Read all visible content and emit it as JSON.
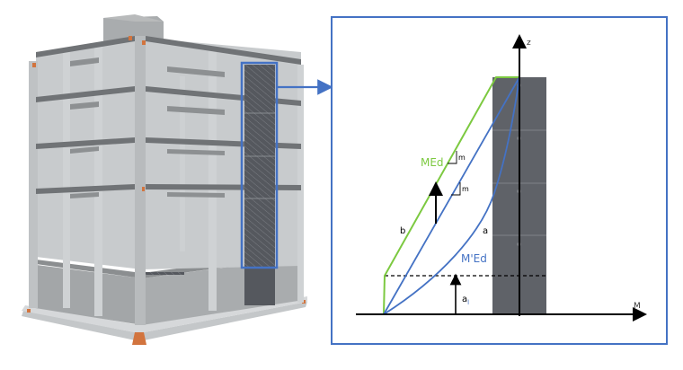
{
  "figure": {
    "left_panel": {
      "description": "3D model of a multi-storey reinforced concrete frame building with a highlighted shear wall",
      "highlight_color": "#4472C4",
      "storeys": 4
    },
    "connector_arrow": {
      "color": "#4472C4"
    },
    "right_panel": {
      "frame_color": "#4472C4",
      "axes": {
        "vertical_label": "z",
        "horizontal_label": "M"
      },
      "curves": [
        {
          "name": "MEd",
          "label": "MEd",
          "color": "#7CC940",
          "letter": "b"
        },
        {
          "name": "M'Ed",
          "label": "M'Ed",
          "color": "#4472C4",
          "letter": "a"
        }
      ],
      "slope_labels": [
        "m",
        "m"
      ],
      "shift_label": "a",
      "shift_subscript": "l",
      "curve_letters": {
        "b": "b",
        "a": "a"
      },
      "wall_color": "#5F6268"
    }
  },
  "labels": {
    "z": "z",
    "M": "M",
    "MEd": "MEd",
    "MprimeEd": "M'Ed",
    "m1": "m",
    "m2": "m",
    "b": "b",
    "a": "a",
    "al_main": "a",
    "al_sub": "l"
  }
}
